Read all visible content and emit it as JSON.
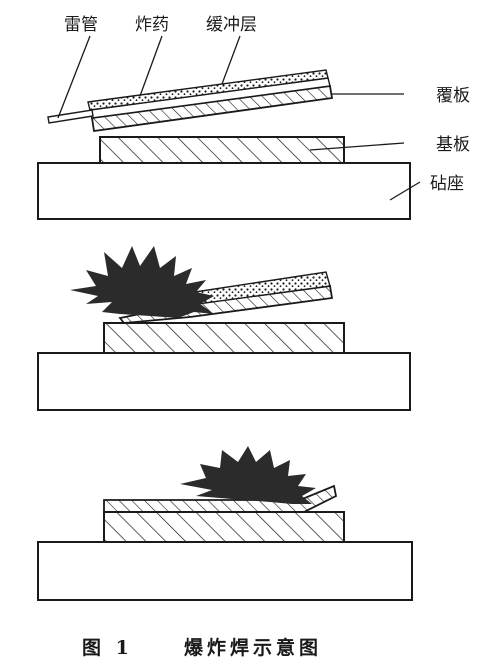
{
  "labels": {
    "detonator": "雷管",
    "explosive": "炸药",
    "buffer_layer": "缓冲层",
    "cover_plate": "覆板",
    "base_plate": "基板",
    "anvil": "砧座"
  },
  "caption": {
    "figure_no": "图 1",
    "title": "爆炸焊示意图"
  },
  "colors": {
    "line": "#1a1a1a",
    "blast": "#2b2b2b",
    "background": "#ffffff"
  }
}
